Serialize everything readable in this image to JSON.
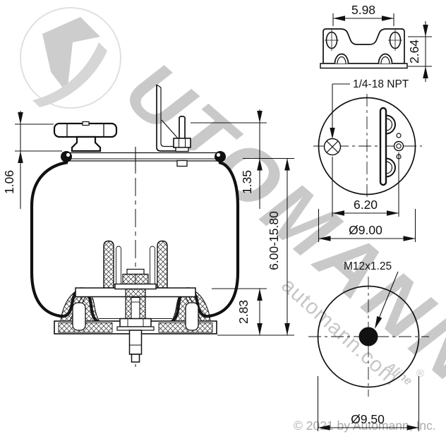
{
  "drawing": {
    "watermark": {
      "letters": "UTOMANN",
      "domain": "automann.com",
      "brand": "Aline",
      "registered": "®"
    },
    "footer": {
      "copyright": "© 2021 by Automann, Inc."
    },
    "side_view": {
      "dim_fitting_height": "1.06",
      "dim_stud_height": "1.35",
      "dim_height_range": "6.00-15.80",
      "dim_bumper_height": "2.83"
    },
    "bracket_view": {
      "dim_hole_spacing": "5.98",
      "dim_height": "2.64"
    },
    "top_view": {
      "port_label": "1/4-18 NPT",
      "dim_port_to_stud": "6.20",
      "dim_plate_diameter": "Ø9.00"
    },
    "bottom_view": {
      "stud_label": "M12x1.25",
      "dim_piston_diameter": "Ø9.50"
    },
    "colors": {
      "line": "#111111",
      "watermark": "#c9c9c9",
      "copyright": "#ababab"
    }
  }
}
